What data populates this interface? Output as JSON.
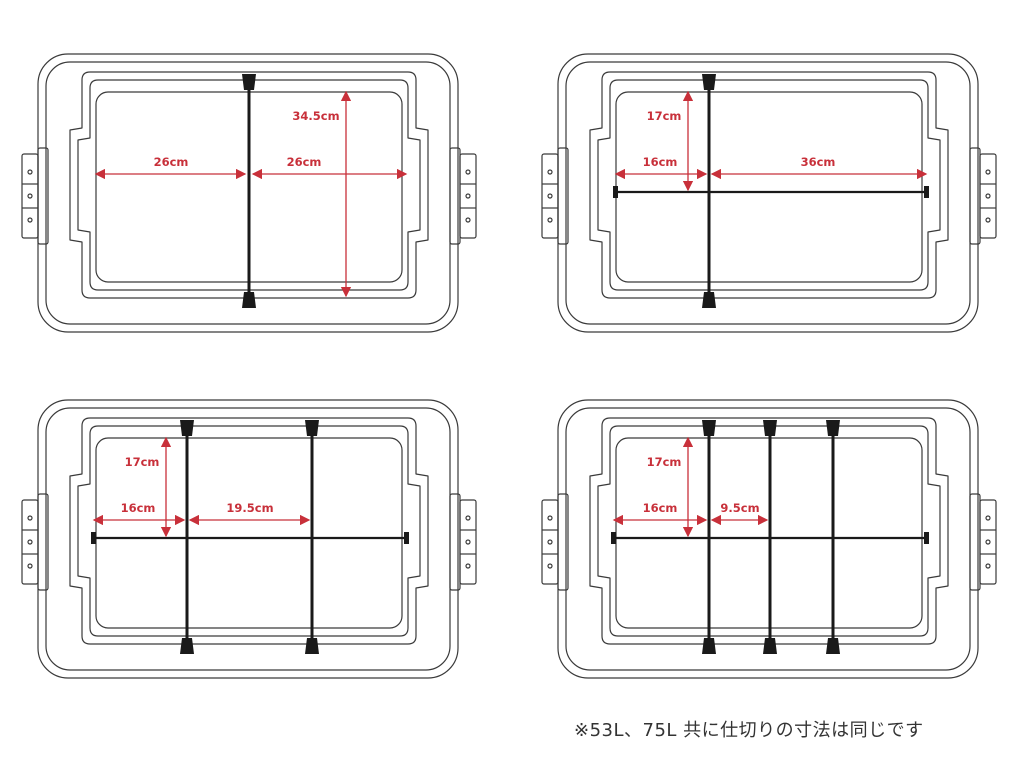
{
  "colors": {
    "outline": "#3a3a3a",
    "divider": "#1a1a1a",
    "dimension": "#c8303a"
  },
  "panels": [
    {
      "dimensions": [
        "26cm",
        "26cm",
        "34.5cm"
      ]
    },
    {
      "dimensions": [
        "17cm",
        "16cm",
        "36cm"
      ]
    },
    {
      "dimensions": [
        "17cm",
        "16cm",
        "19.5cm"
      ]
    },
    {
      "dimensions": [
        "17cm",
        "16cm",
        "9.5cm"
      ]
    }
  ],
  "footnote": "※53L、75L 共に仕切りの寸法は同じです"
}
